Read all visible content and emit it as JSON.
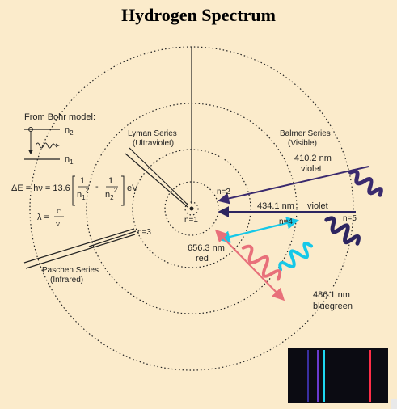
{
  "title": "Hydrogen Spectrum",
  "bohr_model": {
    "heading": "From Bohr model:",
    "upper_level": "n",
    "upper_sub": "2",
    "lower_level": "n",
    "lower_sub": "1",
    "formula_lhs": "ΔE = hν = 13.6",
    "frac_one": "1",
    "frac_den_n": "n",
    "frac_den_sub1": "1",
    "frac_den_sub2": "2",
    "frac_den_sup": "2",
    "minus": "-",
    "unit": "eV",
    "lambda_lhs": "λ =",
    "lambda_num": "c",
    "lambda_den": "ν"
  },
  "series": {
    "lyman": {
      "name": "Lyman Series",
      "region": "(Ultraviolet)"
    },
    "balmer": {
      "name": "Balmer Series",
      "region": "(Visible)"
    },
    "paschen": {
      "name": "Paschen Series",
      "region": "(Infrared)"
    }
  },
  "levels": {
    "n1": "n=1",
    "n2": "n=2",
    "n3": "n=3",
    "n4": "n=4",
    "n5": "n=5"
  },
  "transitions": [
    {
      "wavelength": "410.2 nm",
      "color_name": "violet",
      "color": "#3a2a6e"
    },
    {
      "wavelength": "434.1 nm",
      "color_name": "violet",
      "color": "#2d2560"
    },
    {
      "wavelength": "486.1 nm",
      "color_name": "bluegreen",
      "color": "#16c8e8"
    },
    {
      "wavelength": "656.3 nm",
      "color_name": "red",
      "color": "#e8707a"
    }
  ],
  "spectrum_lines": [
    {
      "color": "#3a2fa0"
    },
    {
      "color": "#6a3bd0"
    },
    {
      "color": "#1ed8f0"
    },
    {
      "color": "#ff2e48"
    }
  ],
  "colors": {
    "background": "#fbebcb",
    "ring": "#222222"
  }
}
